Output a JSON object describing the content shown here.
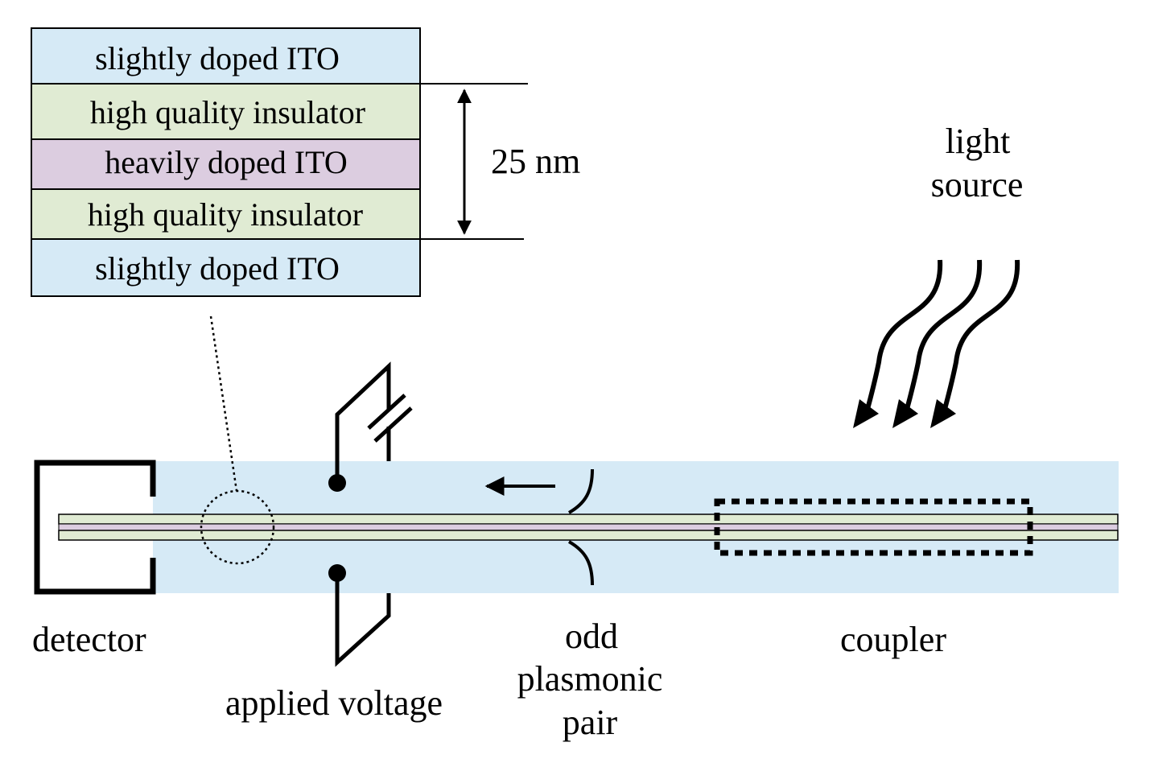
{
  "layers": [
    {
      "label": "slightly doped ITO",
      "color": "#d6eaf6"
    },
    {
      "label": "high quality insulator",
      "color": "#e0ebd3"
    },
    {
      "label": "heavily doped ITO",
      "color": "#dccde0"
    },
    {
      "label": "high quality insulator",
      "color": "#e0ebd3"
    },
    {
      "label": "slightly doped ITO",
      "color": "#d6eaf6"
    }
  ],
  "thickness_label": "25 nm",
  "light_source": {
    "line1": "light",
    "line2": "source"
  },
  "labels": {
    "detector": "detector",
    "applied_voltage": "applied voltage",
    "odd_plasmonic_pair": {
      "line1": "odd",
      "line2": "plasmonic",
      "line3": "pair"
    },
    "coupler": "coupler"
  },
  "colors": {
    "waveguide_background": "#d6eaf6",
    "insulator": "#e0ebd3",
    "heavily_doped": "#dccde0",
    "stroke": "#000000"
  }
}
